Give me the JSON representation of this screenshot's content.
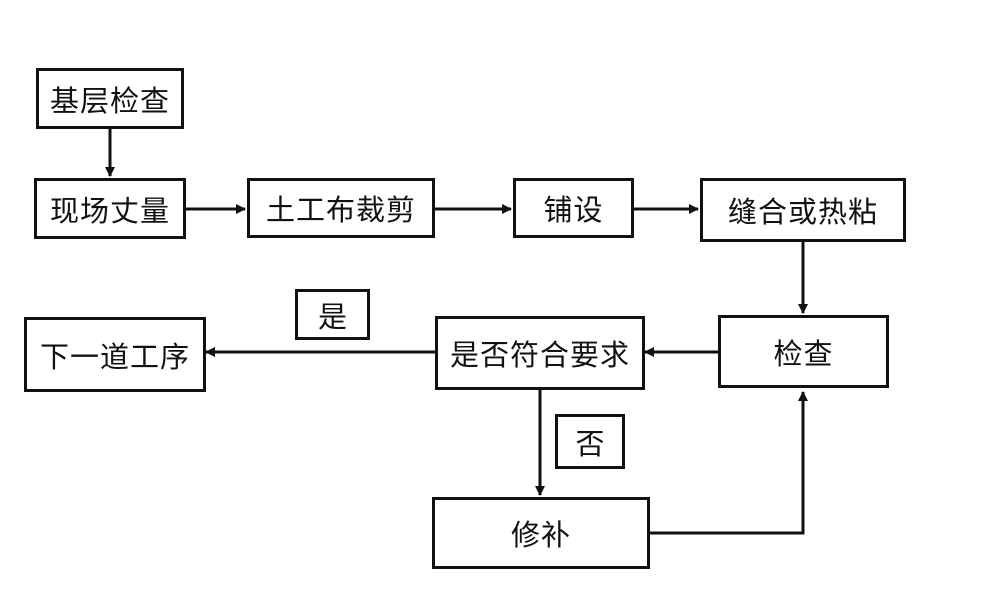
{
  "diagram": {
    "nodes": {
      "base_check": "基层检查",
      "site_measure": "现场丈量",
      "cut_geotextile": "土工布裁剪",
      "lay": "铺设",
      "sew_or_heat": "缝合或热粘",
      "inspect": "检查",
      "meets_requirement": "是否符合要求",
      "next_process": "下一道工序",
      "repair": "修补"
    },
    "edge_labels": {
      "yes": "是",
      "no": "否"
    }
  }
}
